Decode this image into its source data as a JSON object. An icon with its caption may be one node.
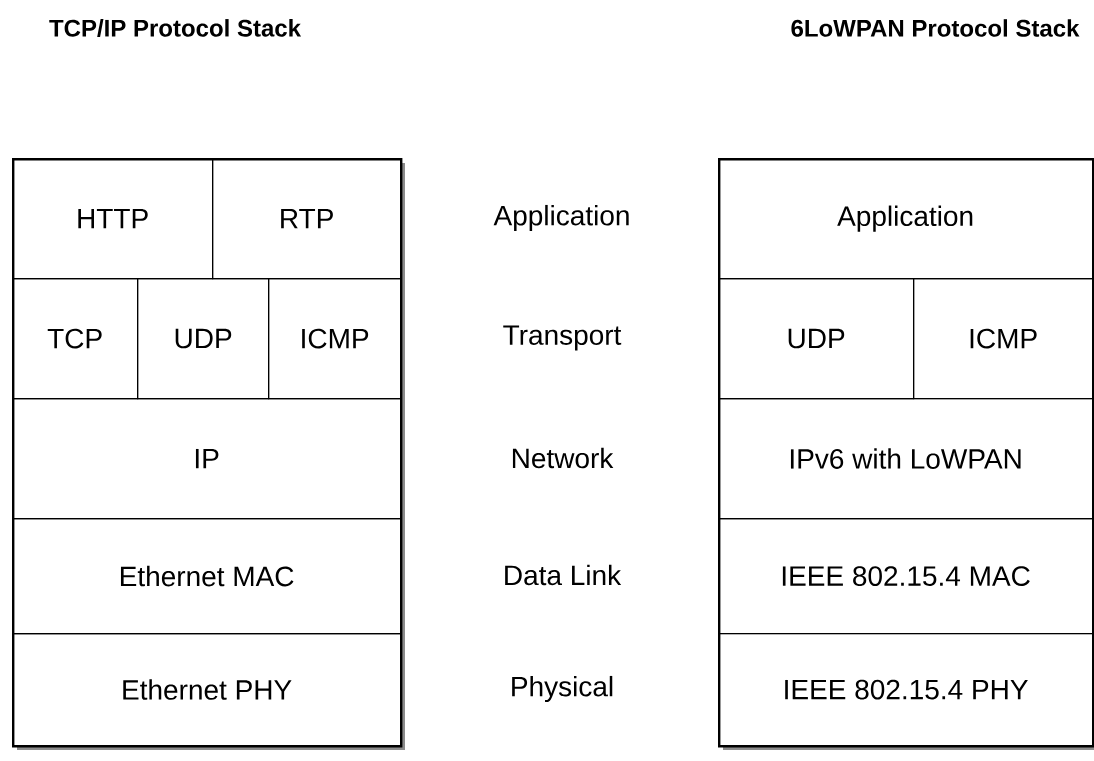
{
  "diagram": {
    "nodes": [
      {
        "text": [],
        "shape": "box"
      },
      {
        "text": [
          "HTTP"
        ],
        "in": 0
      },
      {
        "text": [
          "RTP"
        ],
        "in": 0
      },
      {
        "text": [
          "TCP"
        ],
        "in": 0
      },
      {
        "text": [
          "UDP"
        ],
        "in": 0
      },
      {
        "text": [
          "ICMP"
        ],
        "in": 0
      },
      {
        "text": [
          "IP"
        ],
        "in": 0
      },
      {
        "text": [
          "Ethernet MAC"
        ],
        "in": 0
      },
      {
        "text": [
          "Ethernet PHY"
        ],
        "in": 0
      },
      {
        "text": [],
        "shape": "box"
      },
      {
        "text": [
          "Application"
        ],
        "in": 9
      },
      {
        "text": [
          "UDP"
        ],
        "in": 9
      },
      {
        "text": [
          "ICMP"
        ],
        "in": 9
      },
      {
        "text": [
          "IPv6 with LoWPAN"
        ],
        "in": 9
      },
      {
        "text": [
          "IEEE 802.15.4 MAC"
        ],
        "in": 9
      },
      {
        "text": [
          "IEEE 802.15.4 PHY"
        ],
        "in": 9
      }
    ],
    "labels": [
      "TCP/IP Protocol Stack",
      "6LoWPAN Protocol Stack",
      "Application",
      "Transport",
      "Network",
      "Data Link",
      "Physical"
    ]
  }
}
